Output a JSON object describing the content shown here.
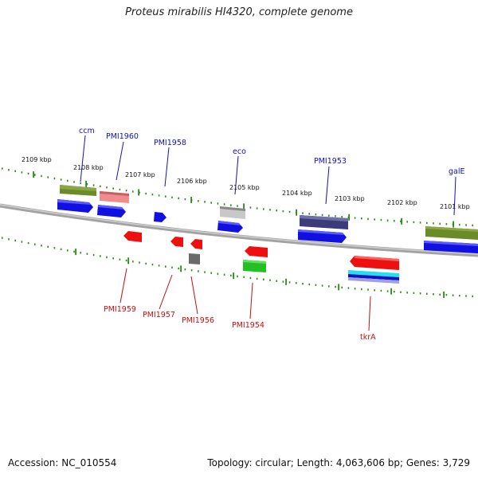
{
  "title": "Proteus mirabilis HI4320, complete genome",
  "footer": {
    "accession": "Accession: NC_010554",
    "topology": "Topology: circular; Length: 4,063,606 bp; Genes: 3,729"
  },
  "colors": {
    "backbone": "#8a8a8a",
    "scale": "#2a8a1a",
    "label_top": "#1010c0",
    "label_bottom": "#c01010"
  },
  "scale_labels": [
    "2109 kbp",
    "2108 kbp",
    "2107 kbp",
    "2106 kbp",
    "2105 kbp",
    "2104 kbp",
    "2103 kbp",
    "2102 kbp",
    "2101 kbp"
  ],
  "top_labels": [
    {
      "text": "ccm",
      "id": "ccm"
    },
    {
      "text": "PMI1960",
      "id": "pmi1960"
    },
    {
      "text": "PMI1958",
      "id": "pmi1958"
    },
    {
      "text": "eco",
      "id": "eco"
    },
    {
      "text": "PMI1953",
      "id": "pmi1953"
    },
    {
      "text": "galE",
      "id": "gale"
    }
  ],
  "bottom_labels": [
    {
      "text": "PMI1959",
      "id": "pmi1959"
    },
    {
      "text": "PMI1957",
      "id": "pmi1957"
    },
    {
      "text": "PMI1956",
      "id": "pmi1956"
    },
    {
      "text": "PMI1954",
      "id": "pmi1954"
    },
    {
      "text": "tkrA",
      "id": "tkra"
    }
  ]
}
